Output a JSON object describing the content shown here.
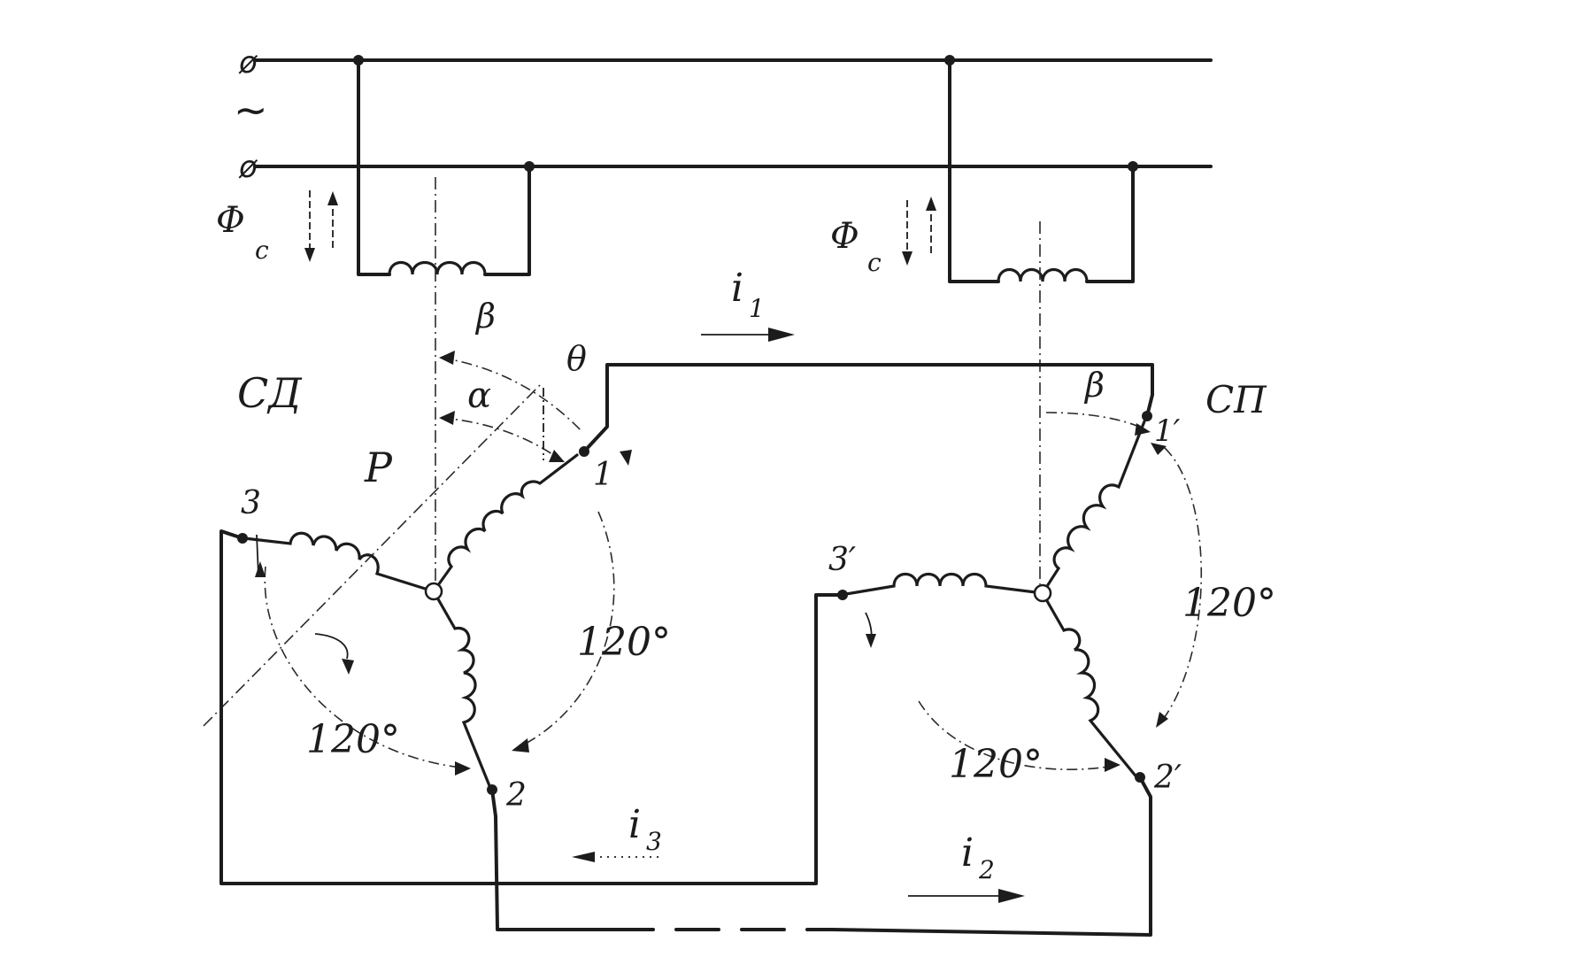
{
  "supply": {
    "terminal_symbol": "ø",
    "ac_symbol": "~"
  },
  "labels": {
    "flux_left": "Φ",
    "flux_left_sub": "c",
    "flux_right": "Φ",
    "flux_right_sub": "c",
    "motor": "СД",
    "receiver": "СП",
    "rotor": "P",
    "beta_left": "β",
    "beta_right": "β",
    "alpha": "α",
    "theta": "θ",
    "current_1": "i",
    "current_1_sub": "1",
    "current_2": "i",
    "current_2_sub": "2",
    "current_3": "i",
    "current_3_sub": "3"
  },
  "nodes": {
    "left_1": "1",
    "left_2": "2",
    "left_3": "3",
    "right_1": "1′",
    "right_2": "2′",
    "right_3": "3′"
  },
  "angles": {
    "left_a": "120°",
    "left_b": "120°",
    "right_a": "120°",
    "right_b": "120°"
  }
}
